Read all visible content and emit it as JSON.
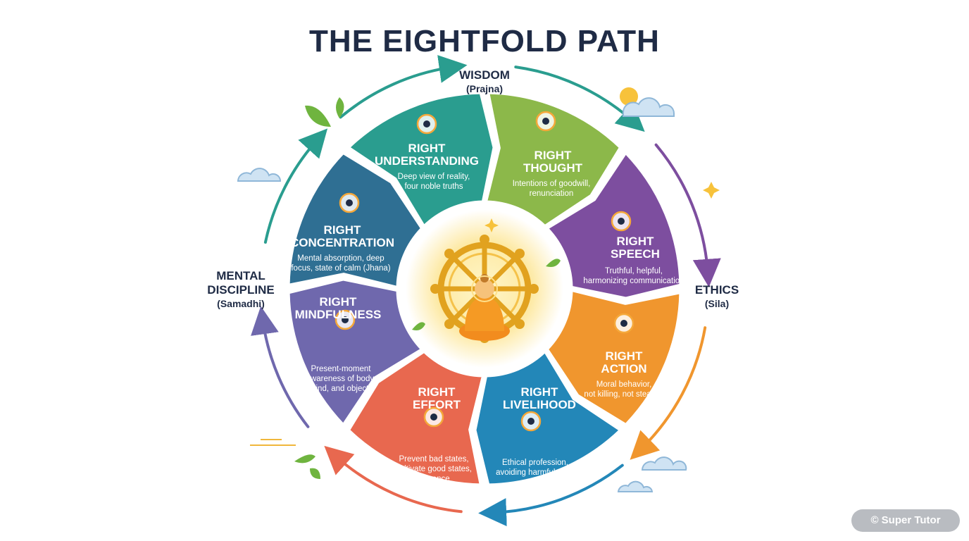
{
  "title": "THE EIGHTFOLD PATH",
  "pillars": {
    "wisdom": {
      "name": "WISDOM",
      "sub": "(Prajna)"
    },
    "ethics": {
      "name": "ETHICS",
      "sub": "(Sila)"
    },
    "mental": {
      "name_line1": "MENTAL",
      "name_line2": "DISCIPLINE",
      "sub": "(Samadhi)"
    }
  },
  "segments": [
    {
      "id": "understanding",
      "title_line1": "RIGHT",
      "title_line2": "UNDERSTANDING",
      "desc_line1": "Deep view of reality,",
      "desc_line2": "four noble truths",
      "desc_line3": "",
      "color": "#2a9d8f",
      "icon": "eye-book-icon"
    },
    {
      "id": "thought",
      "title_line1": "RIGHT",
      "title_line2": "THOUGHT",
      "desc_line1": "Intentions of goodwill,",
      "desc_line2": "renunciation",
      "desc_line3": "",
      "color": "#8cb84a",
      "icon": "heart-cloud-icon"
    },
    {
      "id": "speech",
      "title_line1": "RIGHT",
      "title_line2": "SPEECH",
      "desc_line1": "Truthful, helpful,",
      "desc_line2": "harmonizing communication",
      "desc_line3": "",
      "color": "#7d4e9f",
      "icon": "lips-dove-icon"
    },
    {
      "id": "action",
      "title_line1": "RIGHT",
      "title_line2": "ACTION",
      "desc_line1": "Moral behavior,",
      "desc_line2": "not killing, not stealing",
      "desc_line3": "",
      "color": "#f0962e",
      "icon": "hands-heart-icon"
    },
    {
      "id": "livelihood",
      "title_line1": "RIGHT",
      "title_line2": "LIVELIHOOD",
      "desc_line1": "Ethical profession,",
      "desc_line2": "avoiding harmful work",
      "desc_line3": "",
      "color": "#2387b8",
      "icon": "worker-scales-icon"
    },
    {
      "id": "effort",
      "title_line1": "RIGHT",
      "title_line2": "EFFORT",
      "desc_line1": "Prevent bad states,",
      "desc_line2": "cultivate good states,",
      "desc_line3": "diligence",
      "color": "#e8684f",
      "icon": "climber-steps-icon"
    },
    {
      "id": "mindfulness",
      "title_line1": "RIGHT",
      "title_line2": "MINDFULNESS",
      "desc_line1": "Present-moment",
      "desc_line2": "awareness of body,",
      "desc_line3": "mind, and objects",
      "color": "#6f68ad",
      "icon": "brain-meditator-icon"
    },
    {
      "id": "concentration",
      "title_line1": "RIGHT",
      "title_line2": "CONCENTRATION",
      "desc_line1": "Mental absorption, deep",
      "desc_line2": "focus, state of calm (Jhana)",
      "desc_line3": "",
      "color": "#2f6f93",
      "icon": "meditator-flame-icon"
    }
  ],
  "center_icon": "dharma-wheel-buddha-icon",
  "watermark": "© Super Tutor"
}
